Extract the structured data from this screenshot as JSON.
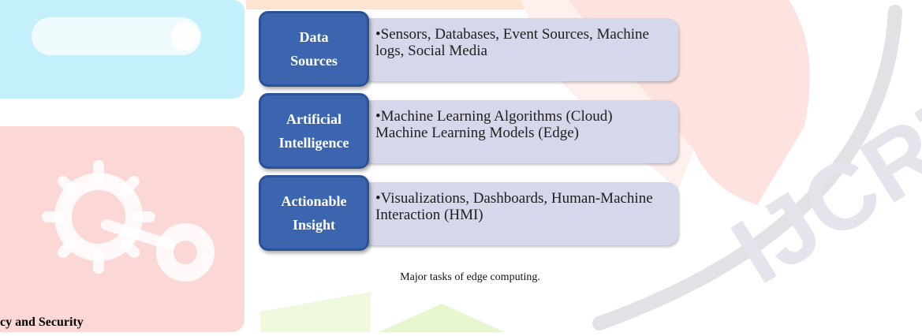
{
  "diagram": {
    "rows": [
      {
        "label_lines": [
          "Data",
          "Sources"
        ],
        "detail": "•Sensors, Databases, Event Sources, Machine logs, Social Media"
      },
      {
        "label_lines": [
          "Artificial",
          "Intelligence"
        ],
        "detail": "•Machine Learning Algorithms (Cloud) Machine Learning Models (Edge)"
      },
      {
        "label_lines": [
          "Actionable",
          "Insight"
        ],
        "detail": "•Visualizations, Dashboards, Human-Machine Interaction (HMI)"
      }
    ],
    "caption": "Major tasks of edge computing."
  },
  "heading_fragment": "cy and Security",
  "watermark": {
    "text": "IJCRT",
    "colors": {
      "blue": "#5fd3f0",
      "red": "#f47c74",
      "orange": "#f9b98a",
      "green": "#c9ea9a"
    }
  },
  "colors": {
    "box_fill": "#3c65b0",
    "pill_fill": "#d5d8ea"
  }
}
